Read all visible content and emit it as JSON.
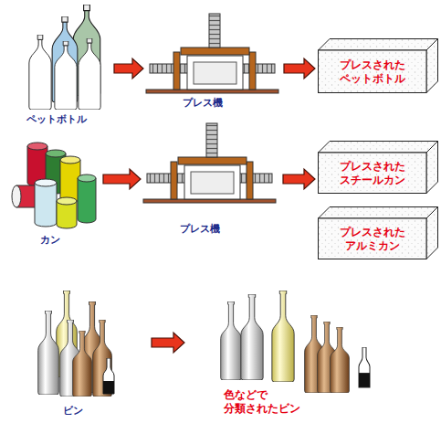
{
  "diagram": {
    "nodes": [
      {
        "text": [
          "ペットボトル"
        ]
      },
      {
        "text": [
          "プレス機"
        ]
      },
      {
        "text": [
          "プレスされた ペットボトル"
        ]
      },
      {
        "text": [
          "カン"
        ]
      },
      {
        "text": [
          "プレス機"
        ]
      },
      {
        "text": [
          "プレスされた スチールカン"
        ]
      },
      {
        "text": [
          "プレスされた アルミカン"
        ]
      },
      {
        "text": [
          "ビン"
        ]
      },
      {
        "text": [
          "色などで 分類されたビン"
        ]
      }
    ],
    "edges": [
      {
        "from": 0,
        "to": 1,
        "arrow": "to"
      },
      {
        "from": 1,
        "to": 2,
        "arrow": "to"
      },
      {
        "from": 3,
        "to": 4,
        "arrow": "to"
      },
      {
        "from": 4,
        "to": 5,
        "arrow": "to"
      },
      {
        "from": 7,
        "to": 8,
        "arrow": "to"
      }
    ]
  }
}
